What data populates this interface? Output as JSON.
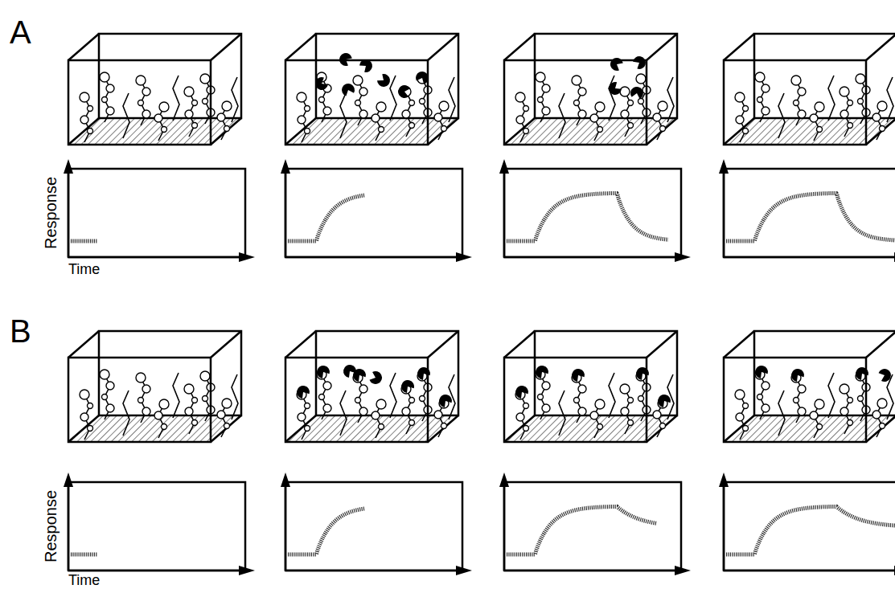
{
  "diagram": {
    "labels": [
      "A",
      "Response",
      "Time",
      "B",
      "Response",
      "Time"
    ]
  }
}
